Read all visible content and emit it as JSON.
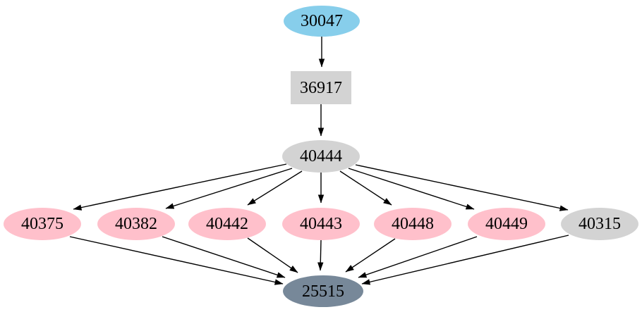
{
  "diagram": {
    "type": "directed-graph",
    "background": "#ffffff",
    "edge_color": "#000000",
    "text_color": "#000000",
    "palette": {
      "skyblue": "#87ceeb",
      "lightgray": "#d3d3d3",
      "pink": "#ffc0cb",
      "slate": "#778899"
    },
    "nodes": [
      {
        "id": "30047",
        "label": "30047",
        "shape": "ellipse",
        "fill": "#87ceeb"
      },
      {
        "id": "36917",
        "label": "36917",
        "shape": "box",
        "fill": "#d3d3d3"
      },
      {
        "id": "40444",
        "label": "40444",
        "shape": "ellipse",
        "fill": "#d3d3d3"
      },
      {
        "id": "40375",
        "label": "40375",
        "shape": "ellipse",
        "fill": "#ffc0cb"
      },
      {
        "id": "40382",
        "label": "40382",
        "shape": "ellipse",
        "fill": "#ffc0cb"
      },
      {
        "id": "40442",
        "label": "40442",
        "shape": "ellipse",
        "fill": "#ffc0cb"
      },
      {
        "id": "40443",
        "label": "40443",
        "shape": "ellipse",
        "fill": "#ffc0cb"
      },
      {
        "id": "40448",
        "label": "40448",
        "shape": "ellipse",
        "fill": "#ffc0cb"
      },
      {
        "id": "40449",
        "label": "40449",
        "shape": "ellipse",
        "fill": "#ffc0cb"
      },
      {
        "id": "40315",
        "label": "40315",
        "shape": "ellipse",
        "fill": "#d3d3d3"
      },
      {
        "id": "25515",
        "label": "25515",
        "shape": "ellipse",
        "fill": "#778899"
      }
    ],
    "edges": [
      {
        "from": "30047",
        "to": "36917"
      },
      {
        "from": "36917",
        "to": "40444"
      },
      {
        "from": "40444",
        "to": "40375"
      },
      {
        "from": "40444",
        "to": "40382"
      },
      {
        "from": "40444",
        "to": "40442"
      },
      {
        "from": "40444",
        "to": "40443"
      },
      {
        "from": "40444",
        "to": "40448"
      },
      {
        "from": "40444",
        "to": "40449"
      },
      {
        "from": "40444",
        "to": "40315"
      },
      {
        "from": "40375",
        "to": "25515"
      },
      {
        "from": "40382",
        "to": "25515"
      },
      {
        "from": "40442",
        "to": "25515"
      },
      {
        "from": "40443",
        "to": "25515"
      },
      {
        "from": "40448",
        "to": "25515"
      },
      {
        "from": "40449",
        "to": "25515"
      },
      {
        "from": "40315",
        "to": "25515"
      }
    ]
  }
}
